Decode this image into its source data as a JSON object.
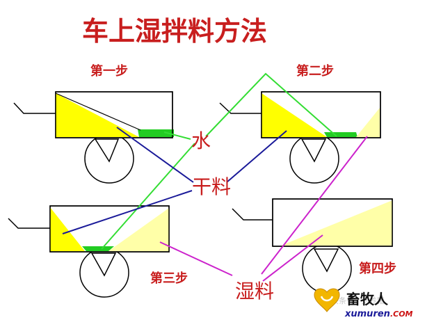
{
  "title": "车上湿拌料方法",
  "steps": {
    "step1": "第一步",
    "step2": "第二步",
    "step3": "第三步",
    "step4": "第四步"
  },
  "labels": {
    "water": "水",
    "dry_feed": "干料",
    "wet_feed": "湿料"
  },
  "watermark": {
    "brand": "畜牧人",
    "site": "xumuren",
    "tld": ".COM",
    "faint": "头条号 / 刘养猪"
  },
  "colors": {
    "red_text": "#c81e1e",
    "dry_feed_fill": "#ffff00",
    "wet_feed_fill": "#ffffa8",
    "water_fill": "#22cc22",
    "water_line": "#33dd33",
    "dry_line": "#1a1a99",
    "wet_line": "#cc22cc"
  }
}
